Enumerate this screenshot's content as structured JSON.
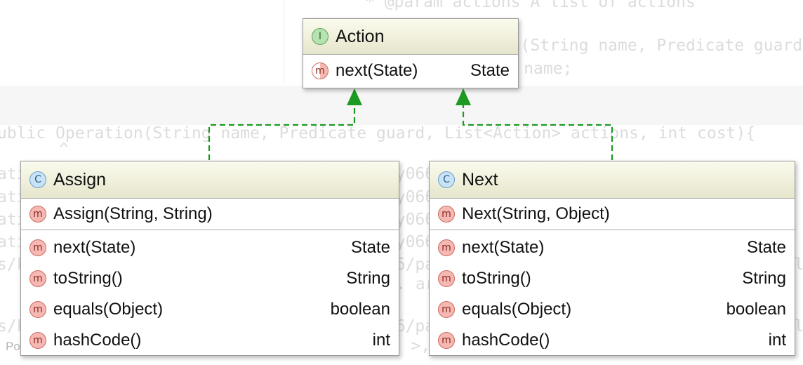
{
  "background_code": [
    "* @param actions A list of actions",
    "public Operation(String name, Predicate guard",
    "this.name = name;",
    "ublic Operation(String name, Predicate guard, List<Action> actions, int cost){",
    "^",
    "ation /Users/kristofer/SW/javadocPart1/ssy066/OR.html...",
    "ation /Users/kristofer/SW/javadocPart1/ssy066/part1/Predicate.html...",
    "ation /Users/kristofer/SW/javadocPart1/ssy066/part1/States.html...",
    "ation /Users/kristofer/SW/javadocPart1/ssy066/part1/States.html...",
    "s/kristofer/SW/ssy066/src/test/java/ssy066/part1/test/Operation.java:51: error: mal",
    "* Support use Equal and not. <, >, etc. are not implemented",
    "s/kristofer/SW/ssy066/src/test/java/ssy066/part1/test/Operation.java:51: error: mal",
    "Support use Equal and not. <, >, etc. are not implemented",
    "Po"
  ],
  "classes": {
    "action": {
      "badge": "I",
      "title": "Action",
      "methods": [
        {
          "badge": "m",
          "name": "next(State)",
          "type": "State"
        }
      ]
    },
    "assign": {
      "badge": "C",
      "title": "Assign",
      "constructors": [
        {
          "badge": "m",
          "name": "Assign(String, String)",
          "type": ""
        }
      ],
      "methods": [
        {
          "badge": "m",
          "name": "next(State)",
          "type": "State"
        },
        {
          "badge": "m",
          "name": "toString()",
          "type": "String"
        },
        {
          "badge": "m",
          "name": "equals(Object)",
          "type": "boolean"
        },
        {
          "badge": "m",
          "name": "hashCode()",
          "type": "int"
        }
      ]
    },
    "next": {
      "badge": "C",
      "title": "Next",
      "constructors": [
        {
          "badge": "m",
          "name": "Next(String, Object)",
          "type": ""
        }
      ],
      "methods": [
        {
          "badge": "m",
          "name": "next(State)",
          "type": "State"
        },
        {
          "badge": "m",
          "name": "toString()",
          "type": "String"
        },
        {
          "badge": "m",
          "name": "equals(Object)",
          "type": "boolean"
        },
        {
          "badge": "m",
          "name": "hashCode()",
          "type": "int"
        }
      ]
    }
  },
  "colors": {
    "realization_arrow": "#1c9a22",
    "header_gradient_top": "#fbfbee",
    "header_gradient_bottom": "#e6e6cc",
    "interface_badge": "#b6e3b1",
    "class_badge": "#c8e2f6",
    "method_badge": "#f5b8b2"
  }
}
